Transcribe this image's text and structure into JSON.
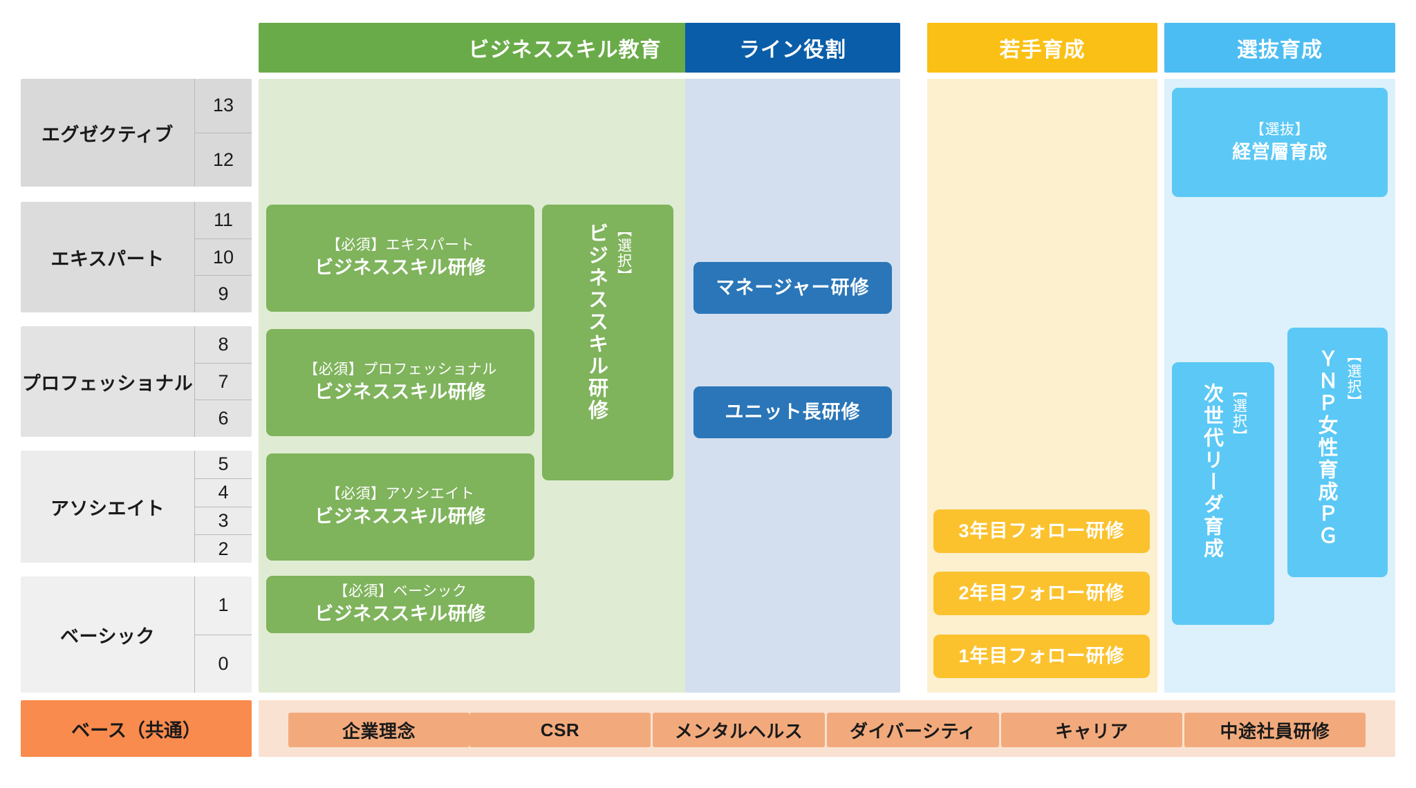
{
  "columns": [
    {
      "label": "ビジネススキル教育",
      "header_color": "#6aab49",
      "panel_color": "#dfecd3"
    },
    {
      "label": "ライン役割",
      "header_color": "#0a5da8",
      "panel_color": "#d3dfee"
    },
    {
      "label": "若手育成",
      "header_color": "#fbc015",
      "panel_color": "#fdf0cf"
    },
    {
      "label": "選抜育成",
      "header_color": "#4cbdf2",
      "panel_color": "#dcf1fc"
    }
  ],
  "grades": [
    {
      "name": "エグゼクティブ",
      "levels": [
        "13",
        "12"
      ],
      "bg": "#d9d9d9"
    },
    {
      "name": "エキスパート",
      "levels": [
        "11",
        "10",
        "9"
      ],
      "bg": "#dcdcdc"
    },
    {
      "name": "プロフェッショナル",
      "levels": [
        "8",
        "7",
        "6"
      ],
      "bg": "#e3e3e3"
    },
    {
      "name": "アソシエイト",
      "levels": [
        "5",
        "4",
        "3",
        "2"
      ],
      "bg": "#ececec"
    },
    {
      "name": "ベーシック",
      "levels": [
        "1",
        "0"
      ],
      "bg": "#f0f0f0"
    }
  ],
  "base_row": {
    "label": "ベース（共通）",
    "label_color": "#f98b4e",
    "strip_color": "#fae2d2",
    "items": [
      "企業理念",
      "CSR",
      "メンタルヘルス",
      "ダイバーシティ",
      "キャリア",
      "中途社員研修"
    ]
  },
  "business_skill": {
    "required": [
      {
        "sub": "【必須】エキスパート",
        "main": "ビジネススキル研修"
      },
      {
        "sub": "【必須】プロフェッショナル",
        "main": "ビジネススキル研修"
      },
      {
        "sub": "【必須】アソシエイト",
        "main": "ビジネススキル研修"
      },
      {
        "sub": "【必須】ベーシック",
        "main": "ビジネススキル研修"
      }
    ],
    "elective": {
      "sub": "【選択】",
      "main": "ビジネススキル研修"
    }
  },
  "line_role": {
    "items": [
      {
        "label": "マネージャー研修"
      },
      {
        "label": "ユニット長研修"
      }
    ]
  },
  "young_talent": {
    "items": [
      {
        "label": "3年目フォロー研修"
      },
      {
        "label": "2年目フォロー研修"
      },
      {
        "label": "1年目フォロー研修"
      }
    ]
  },
  "selective": {
    "executive": {
      "sub": "【選抜】",
      "main": "経営層育成"
    },
    "next_leader": {
      "sub": "【選択】",
      "main": "次世代リーダ育成"
    },
    "ynp": {
      "sub": "【選択】",
      "main": "ＹＮＰ女性育成ＰＧ"
    }
  }
}
